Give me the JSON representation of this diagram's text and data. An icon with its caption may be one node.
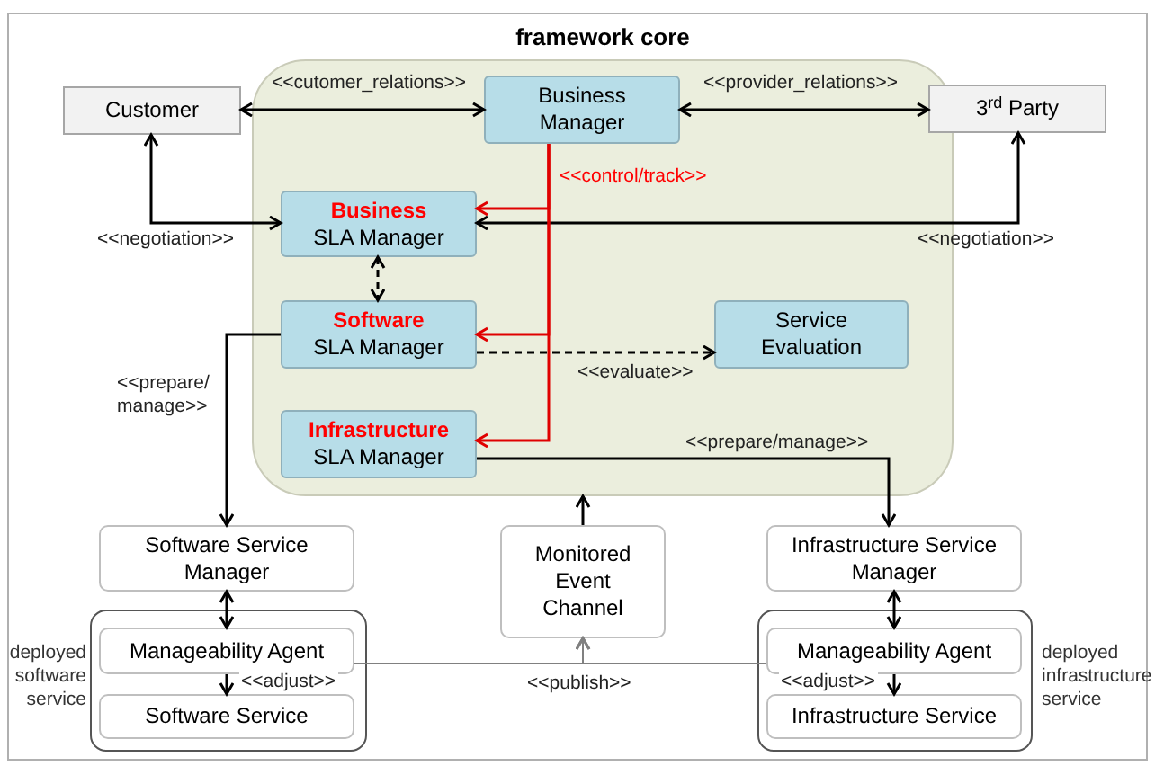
{
  "diagram": {
    "nodes": [
      {
        "text": [
          "framework core"
        ]
      },
      {
        "text": [
          "Customer"
        ]
      },
      {
        "text": [
          "Business Manager"
        ],
        "in": 0
      },
      {
        "text": [
          "3$^{rd}$ Party"
        ]
      },
      {
        "text": [
          "Business",
          "SLA Manager"
        ],
        "in": 0
      },
      {
        "text": [
          "Software",
          "SLA Manager"
        ],
        "in": 0
      },
      {
        "text": [
          "Service Evaluation"
        ],
        "in": 0
      },
      {
        "text": [
          "Infrastructure",
          "SLA Manager"
        ],
        "in": 0
      },
      {
        "text": [
          "Software Service Manager"
        ]
      },
      {
        "text": [
          "Monitored Event Channel"
        ]
      },
      {
        "text": [
          "Infrastructure Service Manager"
        ]
      },
      {
        "text": [],
        "shape": "box",
        "beside": [
          "deployed software service"
        ]
      },
      {
        "text": [
          "Manageability Agent"
        ],
        "in": 11
      },
      {
        "text": [
          "Software Service"
        ],
        "in": 11
      },
      {
        "text": [],
        "shape": "box",
        "beside": [
          "deployed infrastructure service"
        ]
      },
      {
        "text": [
          "Manageability Agent"
        ],
        "in": 14
      },
      {
        "text": [
          "Infrastructure Service"
        ],
        "in": 14
      }
    ],
    "edges": [
      {
        "from": 1,
        "to": 2,
        "arrow": "both",
        "label": "<<cutomer_relations>>"
      },
      {
        "from": 2,
        "to": 3,
        "arrow": "both",
        "label": "<<provider_relations>>"
      },
      {
        "from": 1,
        "to": 4,
        "arrow": "both",
        "label": "<<negotiation>>"
      },
      {
        "from": 4,
        "to": 3,
        "arrow": "both",
        "label": "<<negotiation>>"
      },
      {
        "from": 4,
        "to": 5,
        "arrow": "both",
        "style": "dashed"
      },
      {
        "from": 2,
        "to": 4,
        "arrow": "to",
        "color": "#e00000",
        "label": "<<control/track>>"
      },
      {
        "from": 2,
        "to": 5,
        "arrow": "to",
        "color": "#e00000"
      },
      {
        "from": 2,
        "to": 7,
        "arrow": "to",
        "color": "#e00000"
      },
      {
        "from": 5,
        "to": 6,
        "arrow": "to",
        "style": "dashed",
        "label": "<<evaluate>>"
      },
      {
        "from": 5,
        "to": 8,
        "arrow": "to",
        "label": "<<prepare/ manage>>"
      },
      {
        "from": 7,
        "to": 10,
        "arrow": "to",
        "label": "<<prepare/manage>>"
      },
      {
        "from": 9,
        "to": 0,
        "arrow": "to"
      },
      {
        "from": 8,
        "to": 12,
        "arrow": "both"
      },
      {
        "from": 10,
        "to": 15,
        "arrow": "both"
      },
      {
        "from": 12,
        "to": 13,
        "arrow": "to",
        "label": "<<adjust>>"
      },
      {
        "from": 15,
        "to": 16,
        "arrow": "to",
        "label": "<<adjust>>"
      },
      {
        "from": 12,
        "to": 9,
        "arrow": "to",
        "color": "#808080",
        "label": "<<publish>>"
      },
      {
        "from": 15,
        "to": 9,
        "arrow": "to",
        "color": "#808080"
      }
    ]
  }
}
